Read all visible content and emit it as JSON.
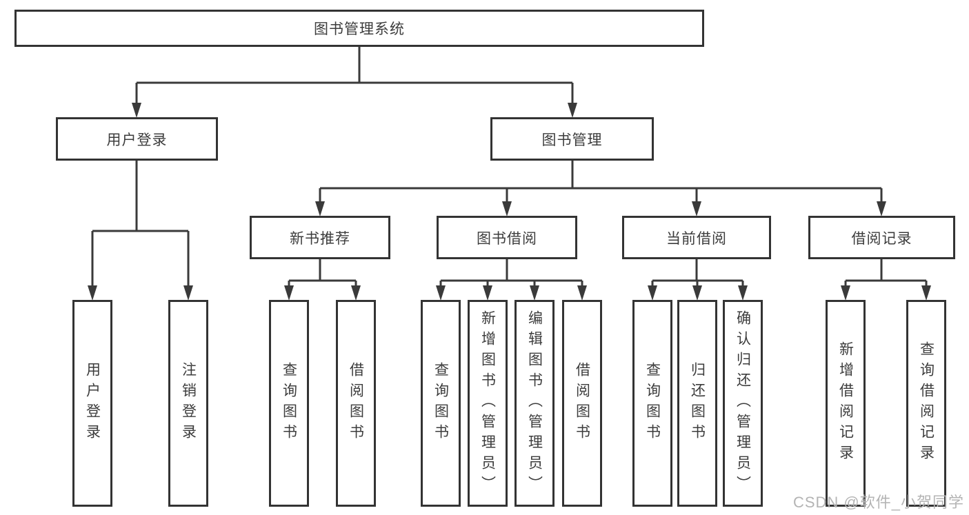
{
  "colors": {
    "line": "#3a3a3a",
    "box_border": "#333333",
    "text": "#3c3c3c",
    "watermark": "#b4b4b4",
    "background": "#ffffff"
  },
  "watermark": "CSDN @软件_小贺同学",
  "tree": {
    "root": {
      "label": "图书管理系统",
      "children": [
        {
          "label": "用户登录",
          "children": [
            {
              "label": "用户登录"
            },
            {
              "label": "注销登录"
            }
          ]
        },
        {
          "label": "图书管理",
          "children": [
            {
              "label": "新书推荐",
              "children": [
                {
                  "label": "查询图书"
                },
                {
                  "label": "借阅图书"
                }
              ]
            },
            {
              "label": "图书借阅",
              "children": [
                {
                  "label": "查询图书"
                },
                {
                  "label": "新增图书（管理员）"
                },
                {
                  "label": "编辑图书（管理员）"
                },
                {
                  "label": "借阅图书"
                }
              ]
            },
            {
              "label": "当前借阅",
              "children": [
                {
                  "label": "查询图书"
                },
                {
                  "label": "归还图书"
                },
                {
                  "label": "确认归还（管理员）"
                }
              ]
            },
            {
              "label": "借阅记录",
              "children": [
                {
                  "label": "新增借阅记录"
                },
                {
                  "label": "查询借阅记录"
                }
              ]
            }
          ]
        }
      ]
    }
  }
}
